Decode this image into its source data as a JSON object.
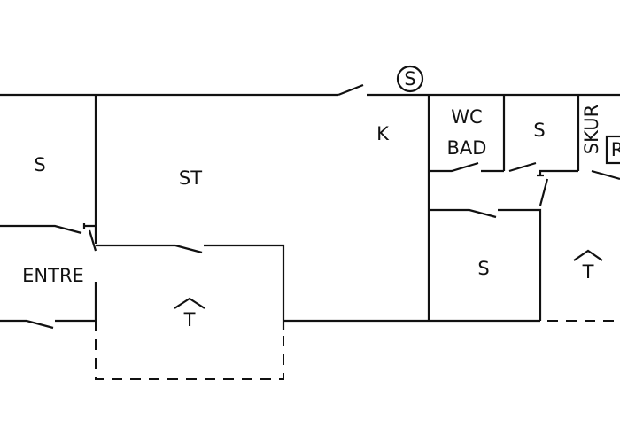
{
  "rooms": {
    "s_left": "S",
    "st": "ST",
    "k": "K",
    "wc": "WC",
    "bad": "BAD",
    "s_top": "S",
    "skur": "SKUR",
    "r_box": "R",
    "entre": "ENTRE",
    "s_mid": "S"
  },
  "symbols": {
    "circle_s": "S",
    "terrace_left": "T",
    "terrace_right": "T"
  }
}
